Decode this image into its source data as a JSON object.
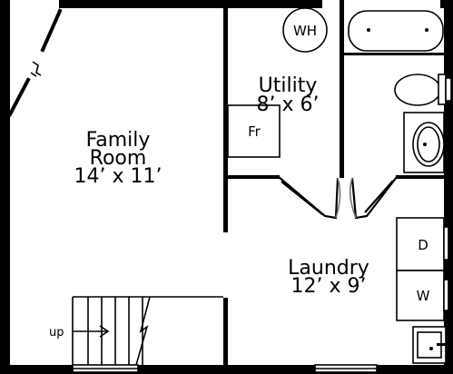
{
  "rooms": {
    "family": {
      "name_line1": "Family",
      "name_line2": "Room",
      "dims": "14’ x 11’"
    },
    "utility": {
      "name": "Utility",
      "dims": "8’ x 6’"
    },
    "laundry": {
      "name": "Laundry",
      "dims": "12’ x 9’"
    }
  },
  "fixtures": {
    "water_heater": "WH",
    "furnace": "Fr",
    "dryer": "D",
    "washer": "W"
  },
  "stairs": {
    "direction_label": "up"
  }
}
